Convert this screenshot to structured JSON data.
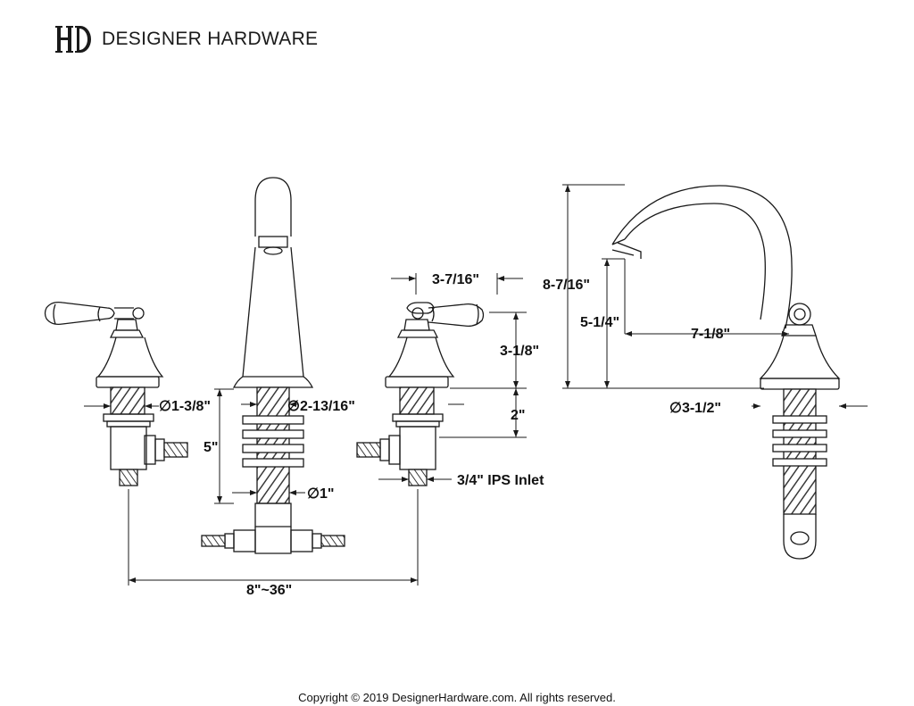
{
  "brand": {
    "name": "DESIGNER HARDWARE",
    "monogram": "HD"
  },
  "dimensions": {
    "handle_width": "3-7/16\"",
    "handle_height": "3-1/8\"",
    "valve_height": "2\"",
    "overall_height": "8-7/16\"",
    "spout_height": "5-1/4\"",
    "spout_reach": "7-1/8\"",
    "escutcheon_diameter": "∅3-1/2\"",
    "handle_base_diameter": "∅1-3/8\"",
    "spout_base_diameter": "∅2-13/16\"",
    "shank_length": "5\"",
    "shank_diameter": "∅1\"",
    "inlet": "3/4\" IPS Inlet",
    "spread": "8\"~36\""
  },
  "footer": {
    "copyright": "Copyright © 2019 DesignerHardware.com. All rights reserved."
  },
  "colors": {
    "line": "#1a1a1a",
    "hatch": "#3a3a3a",
    "background": "#ffffff"
  }
}
